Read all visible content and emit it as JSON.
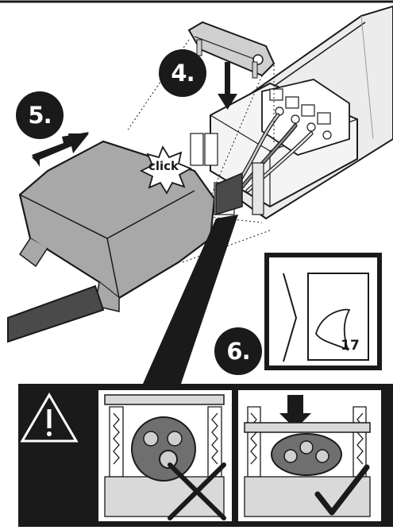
{
  "steps": {
    "step4": "4.",
    "step5": "5.",
    "step6": "6."
  },
  "labels": {
    "click": "click",
    "page_ref": "17"
  },
  "icons": {
    "warning": "warning-triangle-icon",
    "wrong": "cross-icon",
    "correct": "check-icon"
  },
  "colors": {
    "ink": "#1a1a1a",
    "housing": "#d9d9d9",
    "cover": "#a8a8a8",
    "cable": "#4a4a4a",
    "grommet": "#6f6f6f"
  }
}
